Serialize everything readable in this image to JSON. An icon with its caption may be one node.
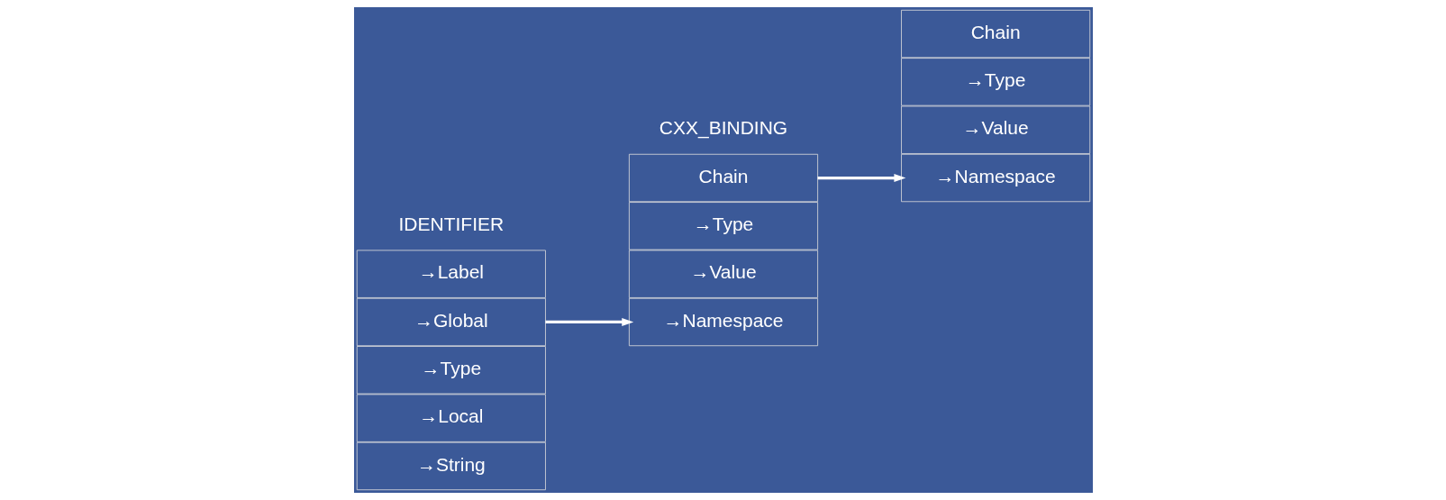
{
  "diagram": {
    "nodes": [
      {
        "text": [
          "→String"
        ]
      },
      {
        "text": [
          "→Local"
        ]
      },
      {
        "text": [
          "→Type"
        ]
      },
      {
        "text": [
          "→Global"
        ]
      },
      {
        "text": [
          "→Label"
        ]
      },
      {
        "text": [
          "→Namespace"
        ]
      },
      {
        "text": [
          "→Value"
        ]
      },
      {
        "text": [
          "→Type"
        ]
      },
      {
        "text": [
          "Chain"
        ]
      },
      {
        "text": [
          "→Namespace"
        ]
      },
      {
        "text": [
          "→Value"
        ]
      },
      {
        "text": [
          "→Type"
        ]
      },
      {
        "text": [
          "Chain"
        ]
      }
    ],
    "edges": [
      {
        "from": 3,
        "to": 5,
        "arrow": "to"
      },
      {
        "from": 8,
        "to": 9,
        "arrow": "to"
      }
    ],
    "labels": [
      "CXX_BINDING",
      "IDENTIFIER"
    ]
  }
}
